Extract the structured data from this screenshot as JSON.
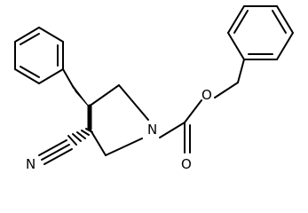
{
  "molecule": {
    "atoms": {
      "nitrogen_ring": "N",
      "oxygen_ester": "O",
      "oxygen_carbonyl": "O",
      "nitrogen_nitrile": "N"
    }
  },
  "colors": {
    "bond": "#000000",
    "background": "#ffffff"
  }
}
